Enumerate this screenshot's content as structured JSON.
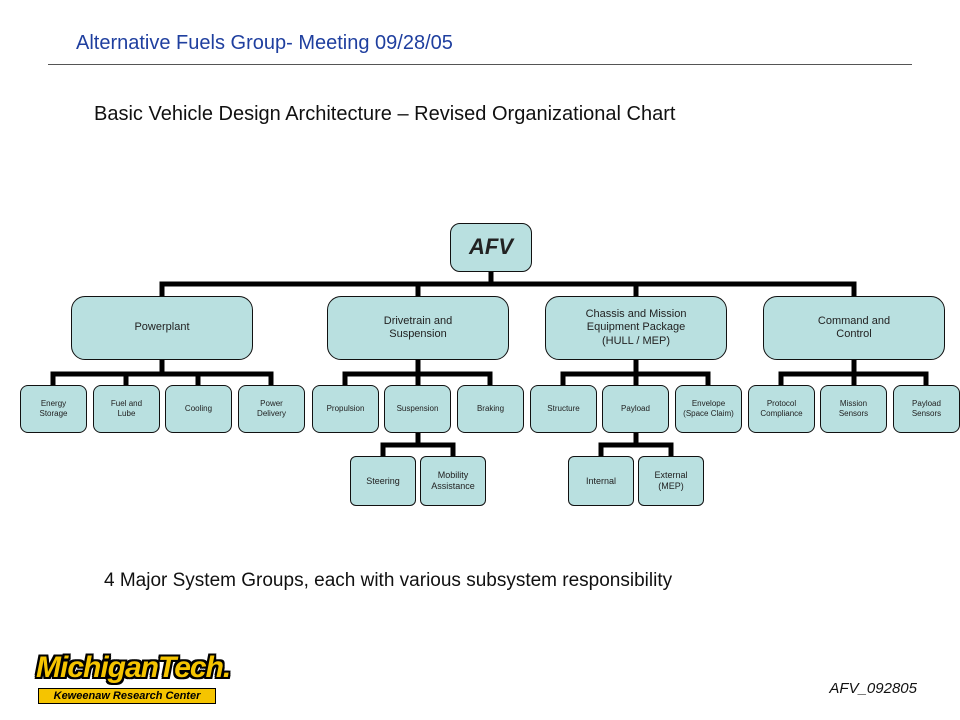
{
  "header": {
    "title": "Alternative Fuels Group-  Meeting 09/28/05"
  },
  "subtitle": "Basic Vehicle Design Architecture – Revised Organizational Chart",
  "chart": {
    "root": "AFV",
    "groups": [
      {
        "label": "Powerplant",
        "children": [
          {
            "label": "Energy\nStorage"
          },
          {
            "label": "Fuel and\nLube"
          },
          {
            "label": "Cooling"
          },
          {
            "label": "Power\nDelivery"
          }
        ]
      },
      {
        "label": "Drivetrain and\nSuspension",
        "children": [
          {
            "label": "Propulsion"
          },
          {
            "label": "Suspension",
            "children": [
              {
                "label": "Steering"
              },
              {
                "label": "Mobility\nAssistance"
              }
            ]
          },
          {
            "label": "Braking"
          }
        ]
      },
      {
        "label": "Chassis and Mission\nEquipment Package\n(HULL / MEP)",
        "children": [
          {
            "label": "Structure"
          },
          {
            "label": "Payload",
            "children": [
              {
                "label": "Internal"
              },
              {
                "label": "External\n(MEP)"
              }
            ]
          },
          {
            "label": "Envelope\n(Space Claim)"
          }
        ]
      },
      {
        "label": "Command and\nControl",
        "children": [
          {
            "label": "Protocol\nCompliance"
          },
          {
            "label": "Mission\nSensors"
          },
          {
            "label": "Payload\nSensors"
          }
        ]
      }
    ]
  },
  "summary": "4 Major System Groups, each with various subsystem responsibility",
  "footer": {
    "code": "AFV_092805"
  },
  "logo": {
    "wordmark": "MichiganTech.",
    "subtitle": "Keweenaw Research Center"
  },
  "colors": {
    "header_text": "#1f3f9f",
    "node_fill": "#b9e0e0",
    "connector": "#000000",
    "logo_gold": "#f5c400"
  }
}
